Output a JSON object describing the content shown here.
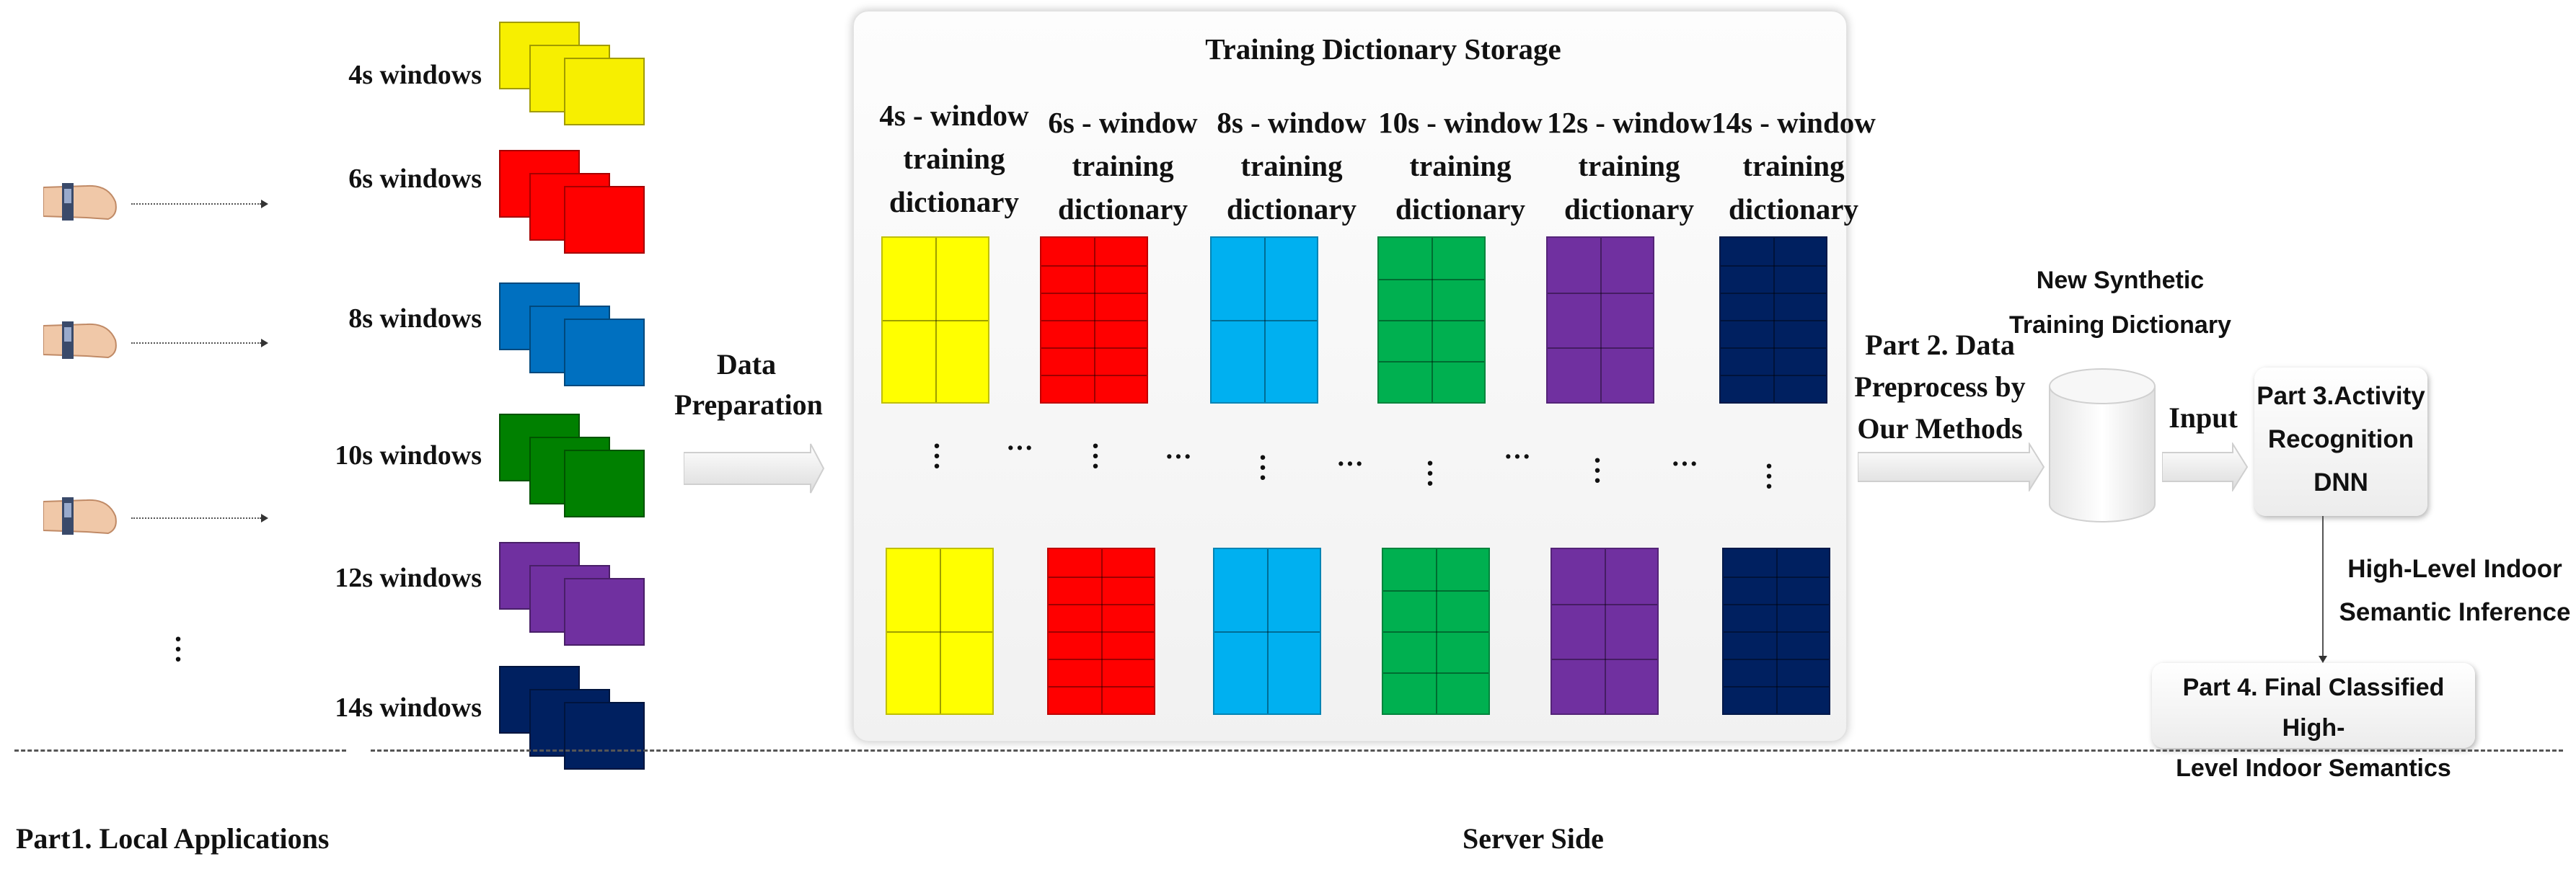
{
  "left_windows": [
    {
      "label": "4s windows",
      "color": "#f7ef00"
    },
    {
      "label": "6s windows",
      "color": "#ff0000"
    },
    {
      "label": "8s windows",
      "color": "#0070c0"
    },
    {
      "label": "10s windows",
      "color": "#008000"
    },
    {
      "label": "12s windows",
      "color": "#7030a0"
    },
    {
      "label": "14s windows",
      "color": "#002060"
    }
  ],
  "data_preparation": "Data\nPreparation",
  "storage": {
    "title": "Training Dictionary Storage",
    "columns": [
      {
        "line1": "4s - window",
        "line2": "training",
        "line3": "dictionary",
        "color": "#ffff00",
        "grid_rows": 2,
        "grid_cols": 2
      },
      {
        "line1": "6s - window",
        "line2": "training",
        "line3": "dictionary",
        "color": "#ff0000",
        "grid_rows": 6,
        "grid_cols": 2
      },
      {
        "line1": "8s - window",
        "line2": "training",
        "line3": "dictionary",
        "color": "#00b0f0",
        "grid_rows": 2,
        "grid_cols": 2
      },
      {
        "line1": "10s - window",
        "line2": "training",
        "line3": "dictionary",
        "color": "#00b050",
        "grid_rows": 4,
        "grid_cols": 2
      },
      {
        "line1": "12s - window",
        "line2": "training",
        "line3": "dictionary",
        "color": "#7030a0",
        "grid_rows": 3,
        "grid_cols": 2
      },
      {
        "line1": "14s - window",
        "line2": "training",
        "line3": "dictionary",
        "color": "#002060",
        "grid_rows": 6,
        "grid_cols": 2
      }
    ]
  },
  "part2": "Part 2. Data\nPreprocess by\nOur Methods",
  "new_dict": "New Synthetic\nTraining Dictionary",
  "input_label": "Input",
  "part3": "Part 3.Activity\nRecognition\nDNN",
  "high_level": "High-Level Indoor\nSemantic Inference",
  "part4": "Part 4. Final Classified High-\nLevel Indoor Semantics",
  "footer": {
    "left": "Part1. Local Applications",
    "right": "Server Side"
  },
  "icons": {
    "device": "wrist-device-icon",
    "cylinder": "database-cylinder-icon"
  }
}
